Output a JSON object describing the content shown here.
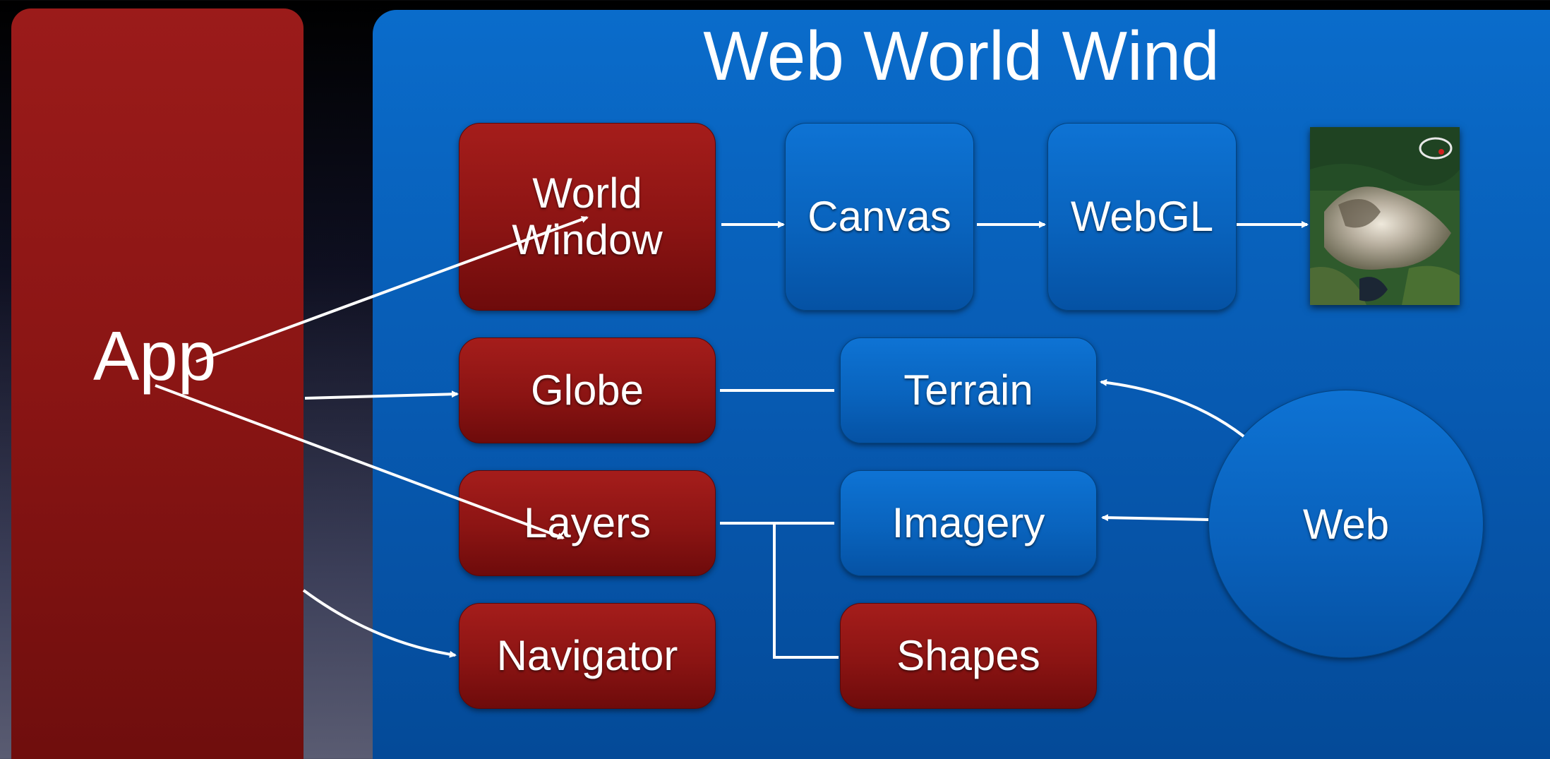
{
  "title": "Web World Wind",
  "app": {
    "label": "App"
  },
  "nodes": {
    "world_window": "World Window",
    "canvas": "Canvas",
    "webgl": "WebGL",
    "globe": "Globe",
    "terrain": "Terrain",
    "layers": "Layers",
    "imagery": "Imagery",
    "navigator": "Navigator",
    "shapes": "Shapes",
    "web": "Web"
  },
  "image": {
    "icon": "satellite-terrain-image"
  },
  "colors": {
    "app_red": "#8b1413",
    "www_blue": "#0759b0",
    "arrow": "#ffffff"
  }
}
